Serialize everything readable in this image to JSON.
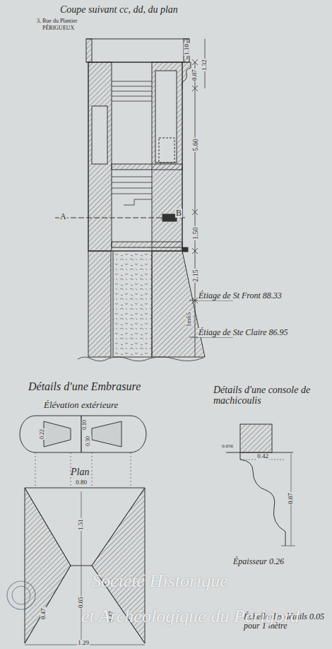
{
  "diagram": {
    "title": "Coupe suivant cc, dd, du plan",
    "labels": [
      "3, Rue du Plantier",
      "PÉRIGUEUX",
      "1.10",
      "1.32",
      "0.87",
      "5.60",
      "1.50",
      "2.15",
      "1m65",
      "A",
      "B",
      "Étiage de St Front 88.33",
      "Étiage de Ste Claire 86.95",
      "Détails d'une Embrasure",
      "Élévation extérieure",
      "0.22",
      "0.10",
      "0.30",
      "Plan",
      "0.80",
      "1.51",
      "0.85",
      "0.47",
      "0.47",
      "1.29",
      "Détails d'une console de machicoulis",
      "0.056",
      "0.42",
      "0.87",
      "Épaisseur 0.26",
      "Échelle des détails 0.05 pour 1 mètre",
      "Société Historique",
      "et Archéologique du Périgord"
    ]
  }
}
